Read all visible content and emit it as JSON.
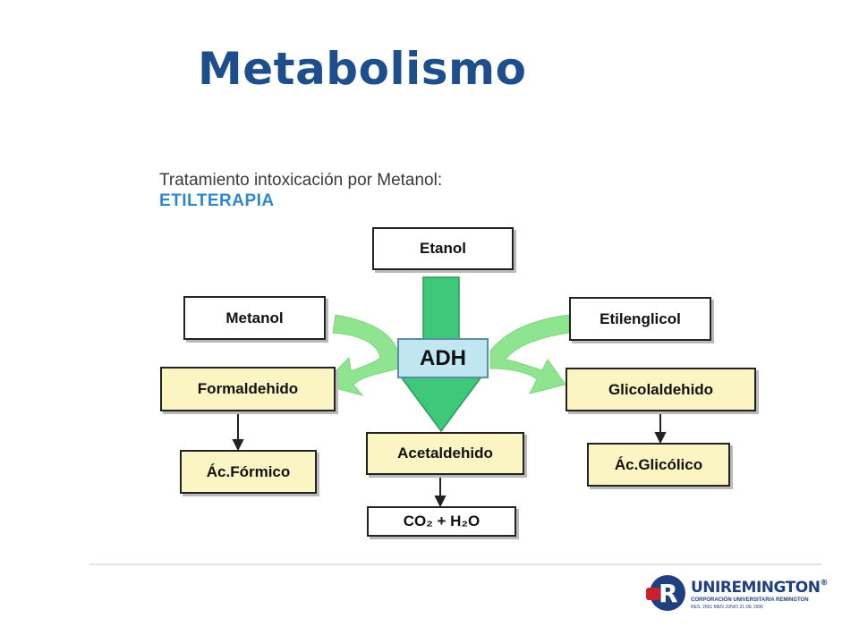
{
  "title": "Metabolismo",
  "subtitle": "Tratamiento intoxicación por Metanol:",
  "subtitle_highlight": "ETILTERAPIA",
  "nodes": {
    "etanol": "Etanol",
    "metanol": "Metanol",
    "etilenglicol": "Etilenglicol",
    "adh": "ADH",
    "formaldehido": "Formaldehido",
    "glicolaldehido": "Glicolaldehido",
    "acetaldehido": "Acetaldehido",
    "ac_formico": "Ác.Fórmico",
    "ac_glicolico": "Ác.Glicólico",
    "co2_h2o": "CO₂ + H₂O"
  },
  "logo": {
    "name": "UNIREMINGTON",
    "registered": "®",
    "tagline": "CORPORACIÓN UNIVERSITARIA REMINGTON",
    "resolution": "RES. 2661 MEN JUNIO 21 DE 1996"
  },
  "colors": {
    "title": "#1f4e8c",
    "highlight": "#2f86cc",
    "arrow_green": "#3fc87a",
    "light_green": "#8fe58f",
    "yellow_box": "#fbf5c4",
    "adh_box": "#bfe6f1",
    "logo_blue": "#1f3f7f",
    "logo_red": "#c8202f"
  }
}
